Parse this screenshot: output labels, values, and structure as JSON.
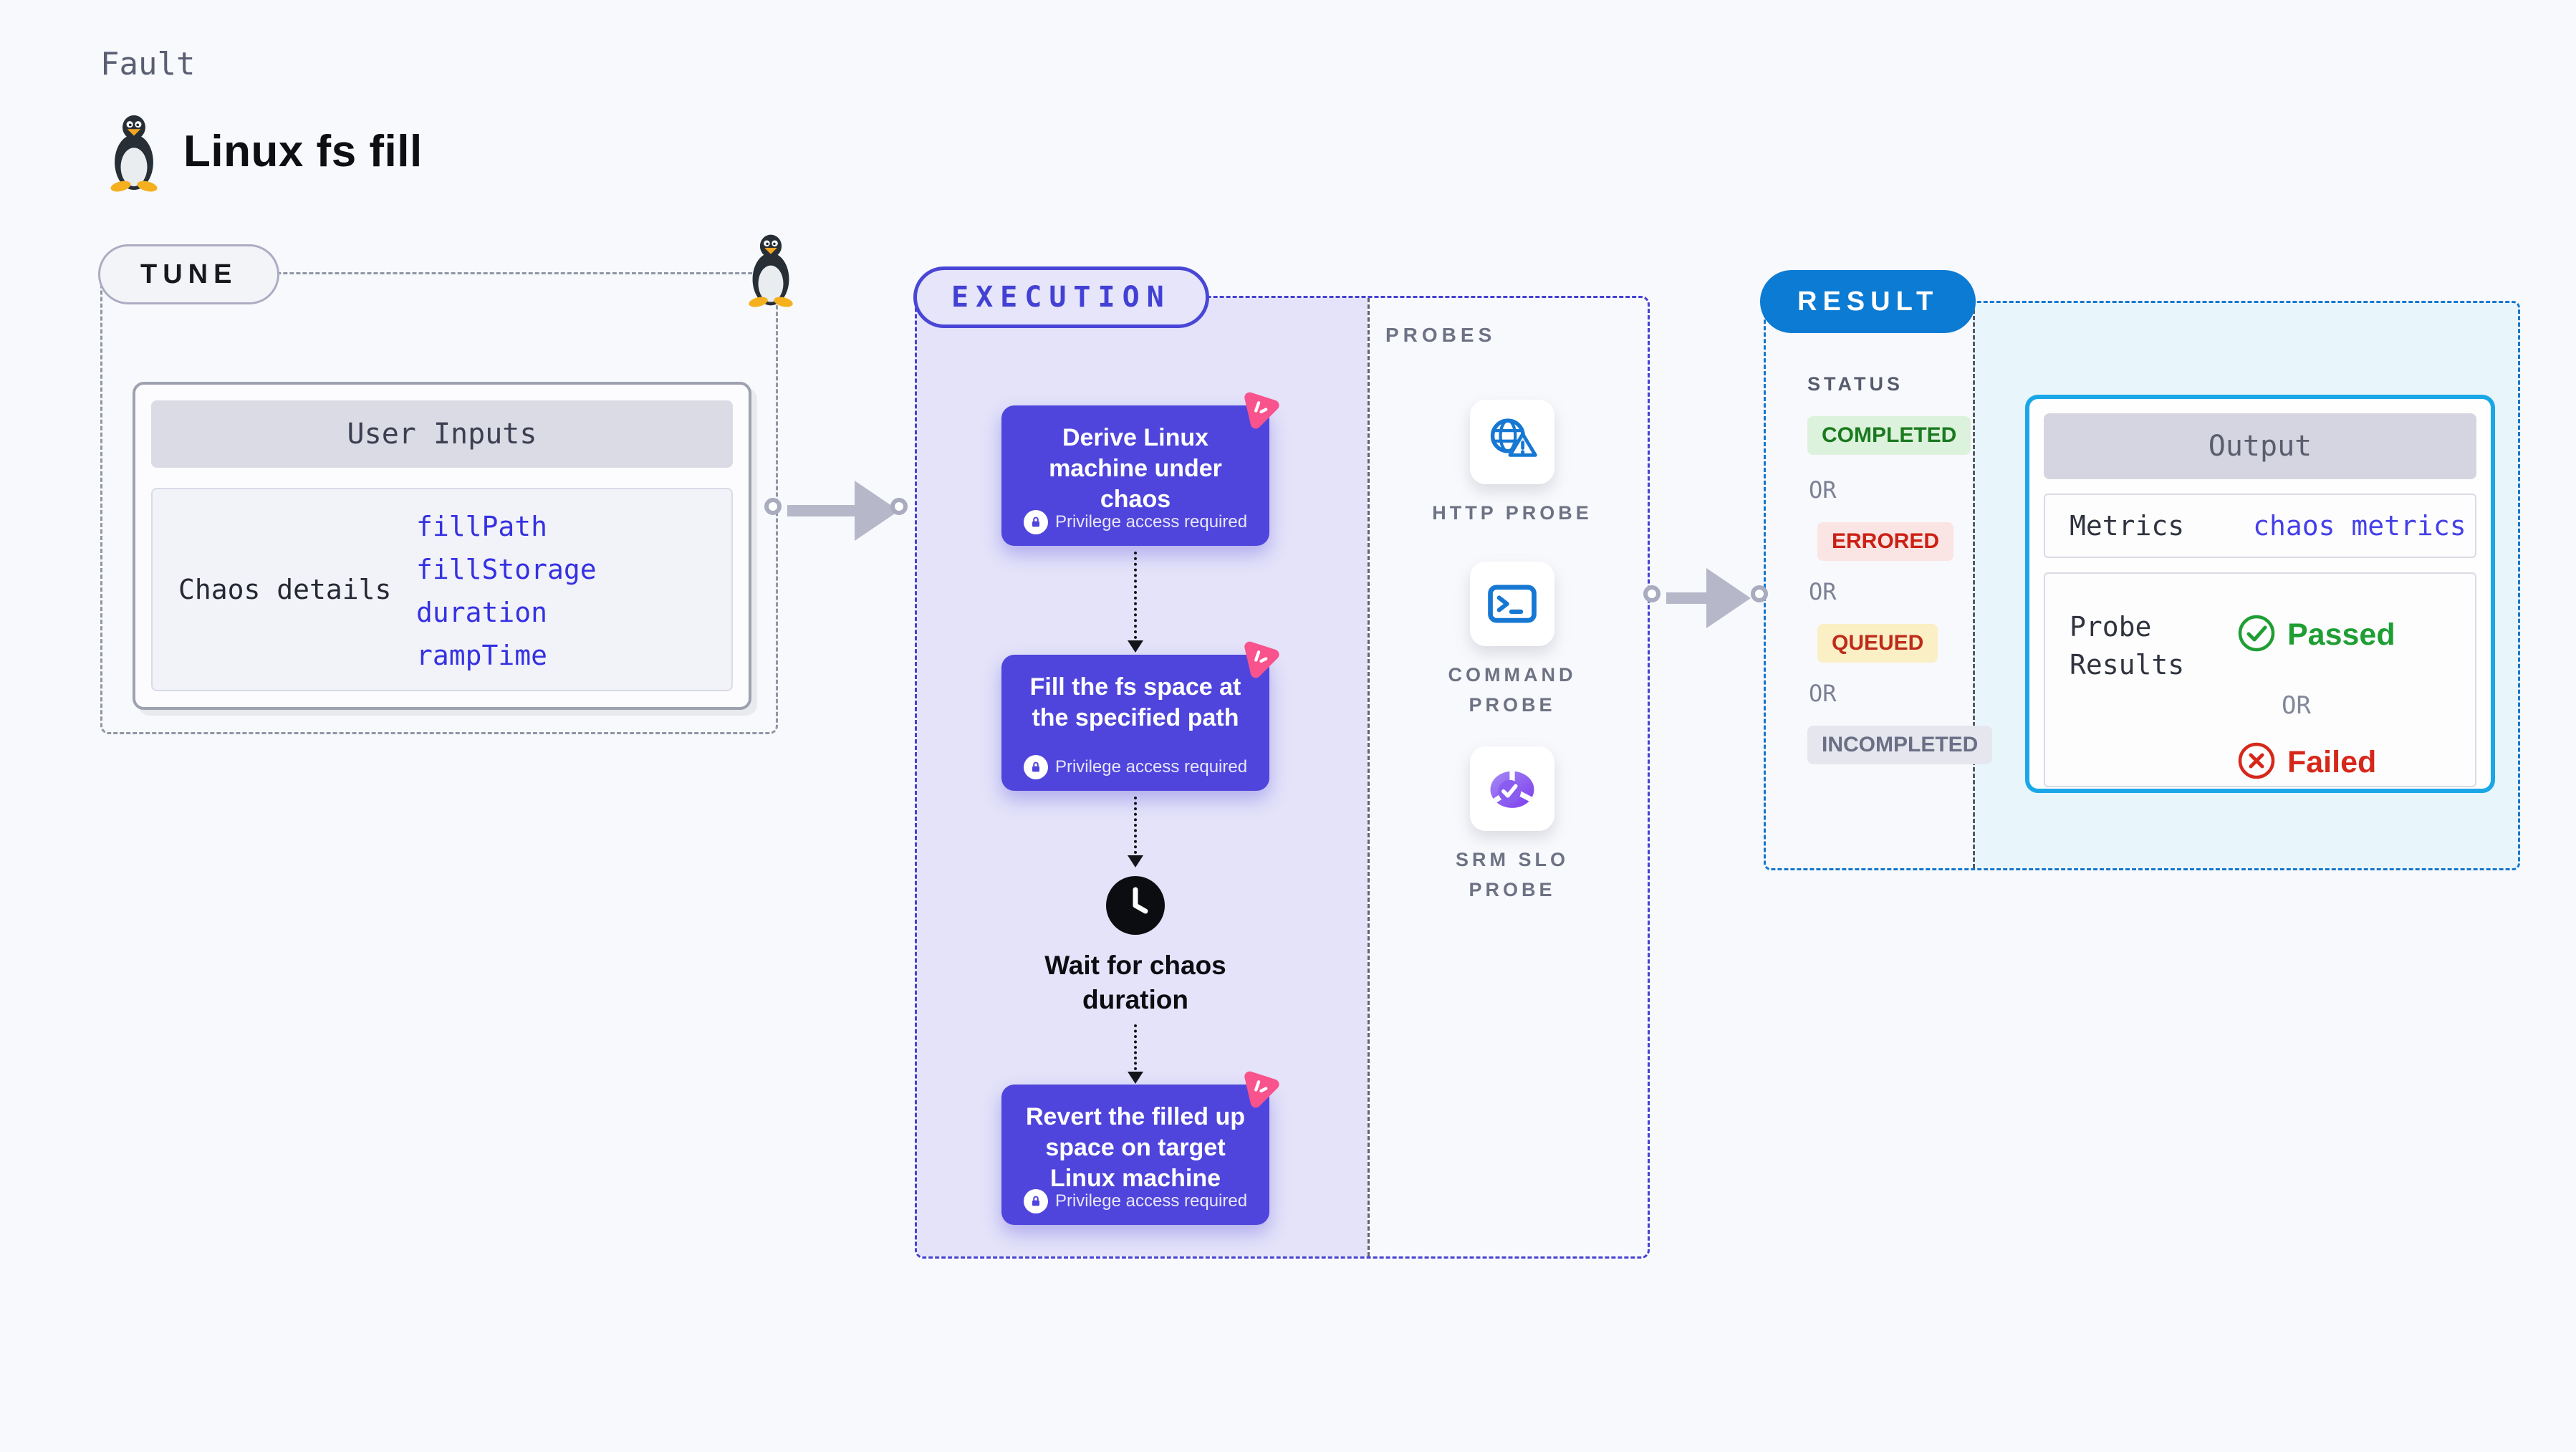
{
  "page": {
    "eyebrow": "Fault",
    "title": "Linux fs fill"
  },
  "tune": {
    "pill": "TUNE",
    "card_header": "User Inputs",
    "row_label": "Chaos details",
    "inputs": [
      "fillPath",
      "fillStorage",
      "duration",
      "rampTime"
    ]
  },
  "execution": {
    "pill": "EXECUTION",
    "steps": [
      {
        "title": "Derive Linux machine under chaos",
        "badge": "Privilege access required"
      },
      {
        "title": "Fill the fs space at the specified path",
        "badge": "Privilege access required"
      },
      {
        "title": "Revert the filled up space on target Linux machine",
        "badge": "Privilege access required"
      }
    ],
    "wait_label": "Wait for chaos duration"
  },
  "probes": {
    "label": "PROBES",
    "items": [
      {
        "icon": "globe-alert-icon",
        "label": "HTTP PROBE"
      },
      {
        "icon": "terminal-icon",
        "label": "COMMAND PROBE"
      },
      {
        "icon": "slo-donut-icon",
        "label": "SRM SLO PROBE"
      }
    ]
  },
  "result": {
    "pill": "RESULT",
    "status_label": "STATUS",
    "or_label": "OR",
    "statuses": [
      {
        "label": "COMPLETED"
      },
      {
        "label": "ERRORED"
      },
      {
        "label": "QUEUED"
      },
      {
        "label": "INCOMPLETED"
      }
    ],
    "output": {
      "header": "Output",
      "metrics_label": "Metrics",
      "metrics_value": "chaos metrics",
      "probe_results_label": "Probe Results",
      "passed_label": "Passed",
      "failed_label": "Failed"
    }
  },
  "colors": {
    "page_bg": "#F8F9FC",
    "indigo_accent": "#4441D3",
    "lavender_bg": "#E4E3F9",
    "step_box": "#4F45DC",
    "chaos_pink": "#F8538C",
    "result_blue": "#0C7BD3",
    "result_dash": "#1578CE",
    "cyan_bg": "#E8F6FC",
    "output_border": "#1AA7E8",
    "input_value_blue": "#3531E1",
    "passed_green": "#1F9E34",
    "failed_red": "#D6281A",
    "completed_text": "#1B7A1F",
    "errored_text": "#CB2114",
    "queued_text": "#BF2B1A",
    "incompleted_text": "#6A6F85",
    "probe_icon_blue": "#1678D3",
    "srm_purple": "#7C3BEB"
  }
}
